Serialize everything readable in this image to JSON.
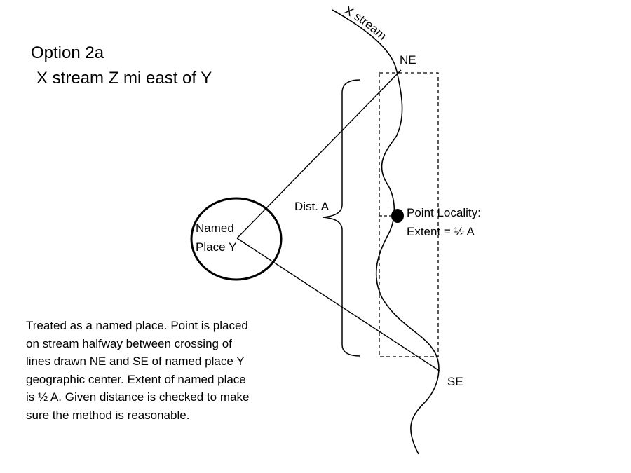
{
  "title": {
    "line1": "Option 2a",
    "line2": "X stream Z mi east of Y"
  },
  "stream": {
    "label": "X stream"
  },
  "directions": {
    "ne": "NE",
    "se": "SE"
  },
  "distance": {
    "label": "Dist. A"
  },
  "named_place": {
    "line1": "Named",
    "line2": "Place Y"
  },
  "point_locality": {
    "line1": "Point Locality:",
    "line2": "Extent = ½ A"
  },
  "description": {
    "lines": [
      "Treated as a named place.  Point is placed",
      "on stream halfway between crossing of",
      "lines drawn NE and SE of named place Y",
      "geographic center.  Extent of named place",
      "is ½ A.  Given distance is checked to make",
      "sure the method is reasonable."
    ]
  },
  "colors": {
    "ink": "#000000",
    "background": "#ffffff"
  }
}
